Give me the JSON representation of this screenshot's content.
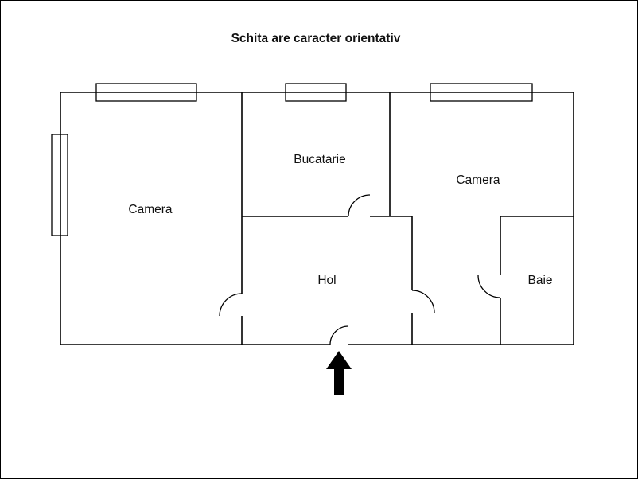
{
  "title": "Schita are caracter orientativ",
  "rooms": {
    "camera_left": {
      "label": "Camera"
    },
    "bucatarie": {
      "label": "Bucatarie"
    },
    "camera_right": {
      "label": "Camera"
    },
    "hol": {
      "label": "Hol"
    },
    "baie": {
      "label": "Baie"
    }
  },
  "entrance": {
    "icon": "up-arrow",
    "meaning": "main entrance direction"
  },
  "colors": {
    "wall": "#000000",
    "background": "#ffffff",
    "label": "#111111"
  }
}
